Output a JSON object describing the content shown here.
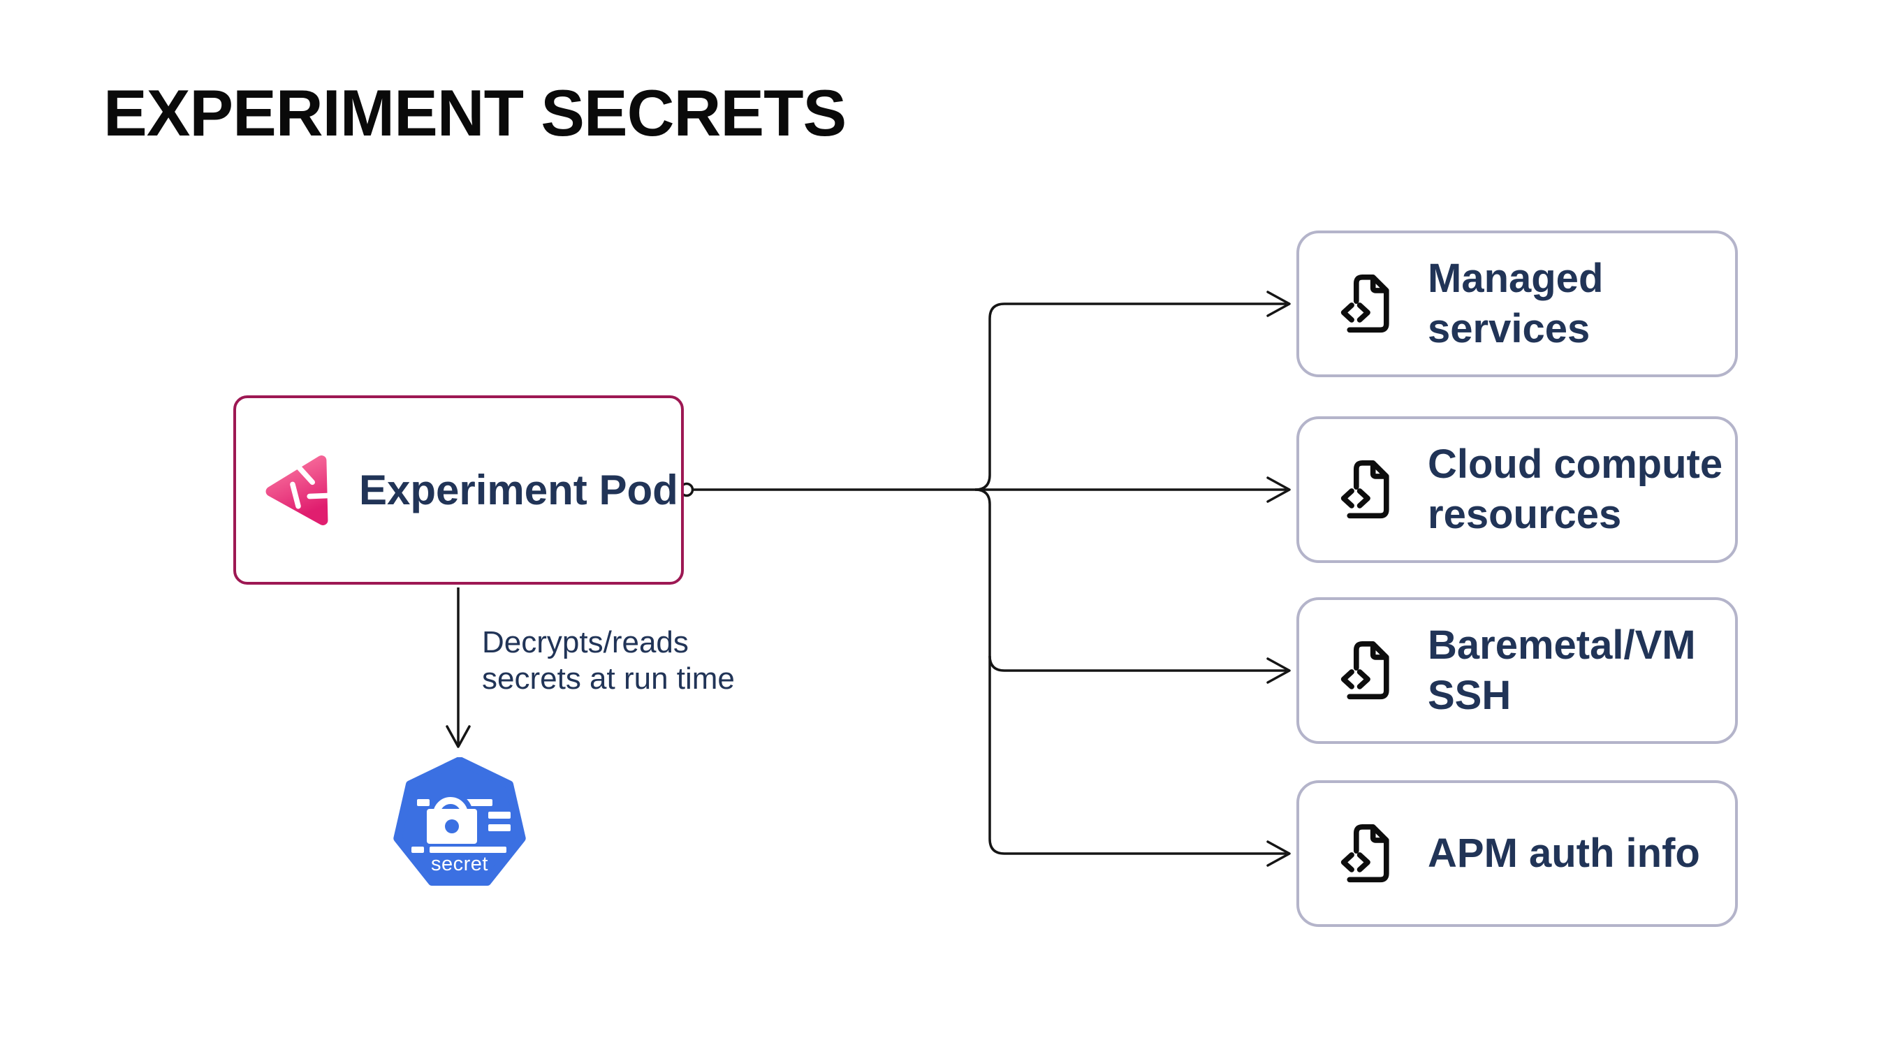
{
  "title": "EXPERIMENT SECRETS",
  "pod": {
    "label": "Experiment Pod"
  },
  "edge_label": {
    "line1": "Decrypts/reads",
    "line2": "secrets at run time"
  },
  "secret_node": {
    "label": "secret"
  },
  "targets": [
    {
      "line1": "Managed",
      "line2": "services"
    },
    {
      "line1": "Cloud compute",
      "line2": "resources"
    },
    {
      "line1": "Baremetal/VM",
      "line2": "SSH"
    },
    {
      "line1": "APM auth info",
      "line2": ""
    }
  ],
  "icons": {
    "pod_icon": "litmus-chaos-logo",
    "target_icon": "file-code-icon",
    "secret_icon": "kubernetes-secret-lock"
  },
  "colors": {
    "pod_border": "#9d1853",
    "target_border": "#b4b4ca",
    "text_navy": "#213457",
    "title_black": "#0a0a0a",
    "connector_black": "#151515",
    "kubernetes_blue": "#3b70e2",
    "litmus_pink_light": "#fb7ba3",
    "litmus_pink_dark": "#e01e6f"
  }
}
